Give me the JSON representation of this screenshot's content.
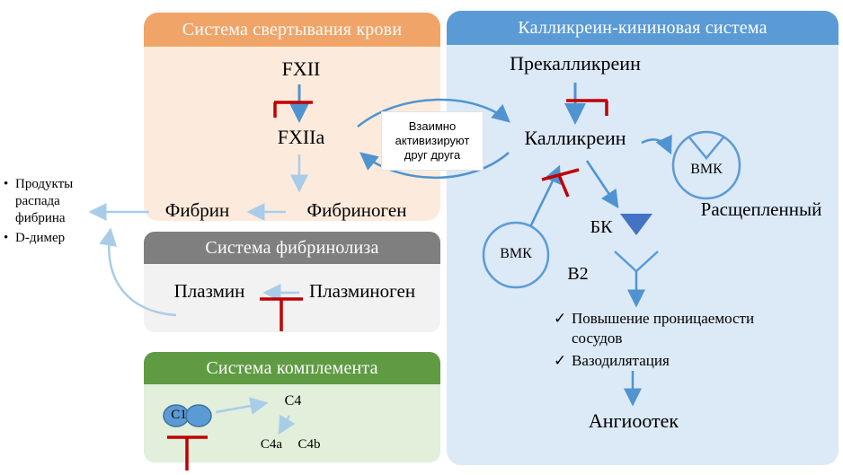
{
  "glyphs": {
    "bullet": "•",
    "check": "✓"
  },
  "coagulation": {
    "title": "Система свертывания крови",
    "fxii": "FXII",
    "fxiia": "FXIIa",
    "fibrin": "Фибрин",
    "fibrinogen": "Фибриноген"
  },
  "fibrinolysis": {
    "title": "Система фибринолиза",
    "plasmin": "Плазмин",
    "plasminogen": "Плазминоген"
  },
  "complement": {
    "title": "Система комплемента",
    "c1": "C1",
    "c4": "C4",
    "c4a": "C4a",
    "c4b": "C4b"
  },
  "kallikrein": {
    "title": "Калликреин-кининовая система",
    "prekallikrein": "Прекалликреин",
    "kallikrein": "Калликреин",
    "hmwk_right": "ВМК",
    "cleaved": "Расщепленный",
    "hmwk_left": "ВМК",
    "bk": "БК",
    "b2": "B2",
    "effects": [
      "Повышение проницаемости сосудов",
      "Вазодилятация"
    ],
    "angioedema": "Ангиоотек"
  },
  "mutual": {
    "text": "Взаимно активизируют друг друга"
  },
  "side_notes": {
    "items": [
      "Продукты распада фибрина",
      "D-димер"
    ]
  },
  "colors": {
    "coagulation_header": "#F0A468",
    "coagulation_body": "#FCEBDC",
    "fibrinolysis_header": "#7F7F7F",
    "fibrinolysis_body": "#F2F2F2",
    "complement_header": "#5F9B42",
    "complement_body": "#E1EFDB",
    "kallikrein_header": "#5B9BD5",
    "kallikrein_body": "#DCE9F7",
    "arrow_blue": "#4F94D0",
    "arrow_light": "#A9CCE9",
    "inhibitor_red": "#C00000",
    "ligand_triangle": "#4472C4"
  }
}
